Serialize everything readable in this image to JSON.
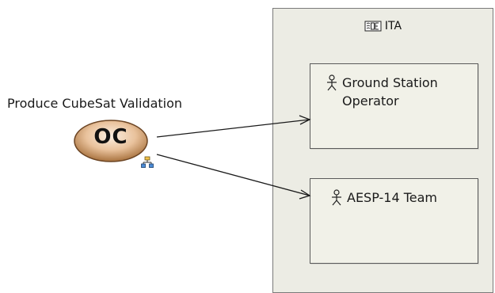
{
  "organization": {
    "name": "ITA",
    "icon": "organization-icon"
  },
  "actors": [
    {
      "label": "Ground Station\nOperator",
      "icon": "actor-icon"
    },
    {
      "label": "AESP-14 Team",
      "icon": "actor-icon"
    }
  ],
  "capability": {
    "label": "Produce CubeSat Validation",
    "badge": "OC",
    "icon": "hierarchy-icon"
  },
  "colors": {
    "container_fill": "#ecece4",
    "actor_fill": "#f1f1e8",
    "capability_fill_light": "#f8e6d3",
    "capability_fill_dark": "#b8824e",
    "edge": "#1a1a1a"
  }
}
